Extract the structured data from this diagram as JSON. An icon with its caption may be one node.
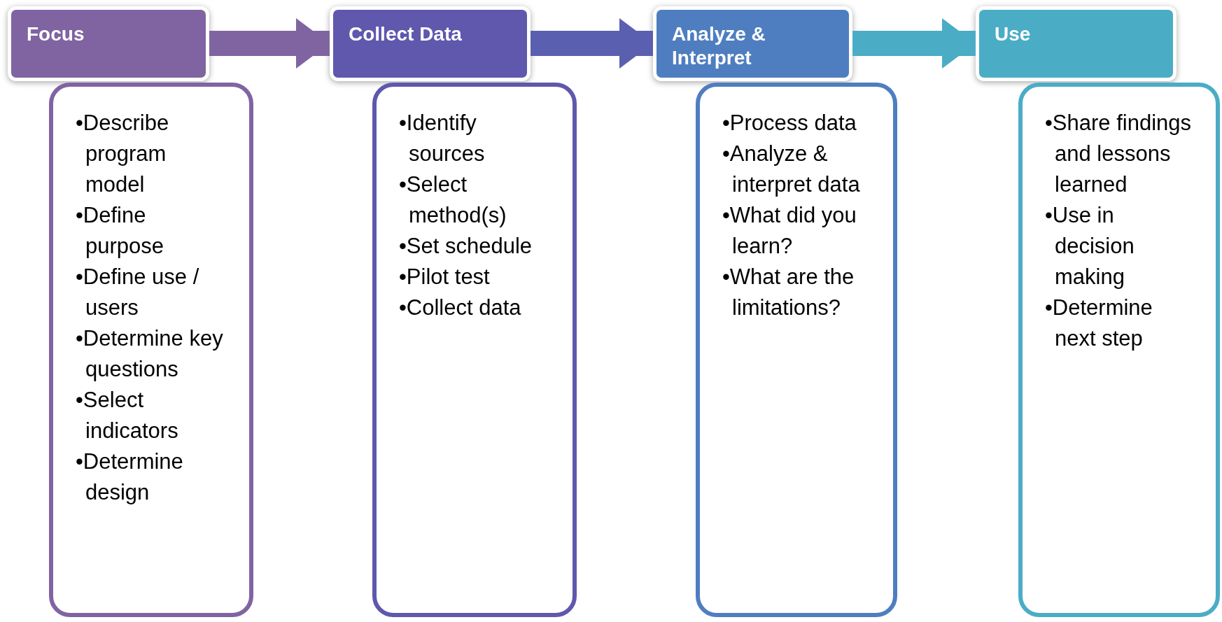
{
  "diagram": {
    "nodes": [
      {
        "text": [
          "Focus"
        ]
      },
      {
        "text": [
          "•Describe program model",
          "•Define purpose",
          "•Define use / users",
          "•Determine key questions",
          "•Select indicators",
          "•Determine design"
        ]
      },
      {
        "text": [
          "Collect Data"
        ]
      },
      {
        "text": [
          "•Identify sources",
          "•Select method(s)",
          "•Set schedule",
          "•Pilot test",
          "•Collect data"
        ]
      },
      {
        "text": [
          "Analyze & Interpret"
        ]
      },
      {
        "text": [
          "•Process data",
          "•Analyze & interpret data",
          "•What did you learn?",
          "•What are the limitations?"
        ]
      },
      {
        "text": [
          "Use"
        ]
      },
      {
        "text": [
          "•Share findings and lessons learned",
          "•Use in decision making",
          "•Determine next step"
        ]
      }
    ],
    "edges": [
      {
        "from": 0,
        "to": 2,
        "arrow": "to",
        "color": "#8064a2"
      },
      {
        "from": 2,
        "to": 4,
        "arrow": "to",
        "color": "#5b5fb0"
      },
      {
        "from": 4,
        "to": 6,
        "arrow": "to",
        "color": "#4bacc6"
      }
    ]
  }
}
